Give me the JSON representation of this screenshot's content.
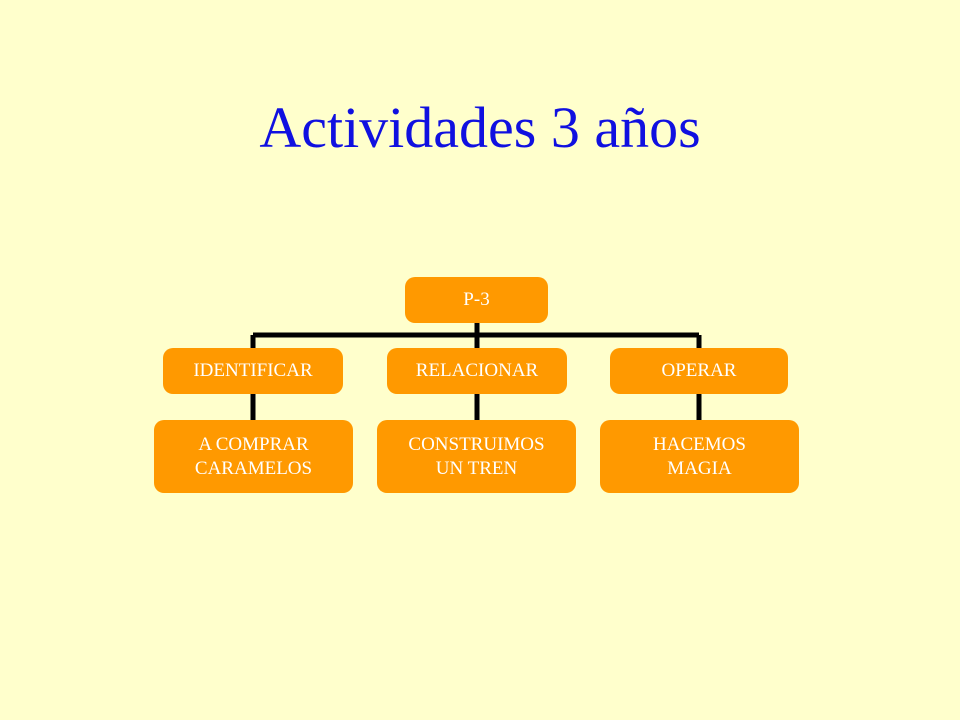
{
  "slide": {
    "title": "Actividades 3 años"
  },
  "diagram": {
    "root": {
      "label": "P-3"
    },
    "branches": [
      {
        "label": "IDENTIFICAR",
        "activity": "A COMPRAR\nCARAMELOS"
      },
      {
        "label": "RELACIONAR",
        "activity": "CONSTRUIMOS\nUN TREN"
      },
      {
        "label": "OPERAR",
        "activity": "HACEMOS\nMAGIA"
      }
    ]
  },
  "colors": {
    "background": "#ffffcc",
    "title": "#1010e0",
    "node_fill": "#ff9900",
    "node_text": "#ffffff",
    "connector": "#000000"
  }
}
